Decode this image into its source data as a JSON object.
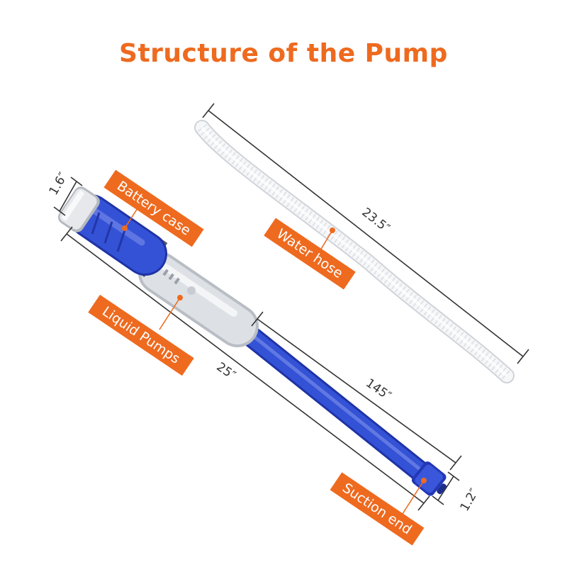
{
  "title": "Structure of the Pump",
  "colors": {
    "accent": "#ee6a1f",
    "pump_blue": "#2c45c8",
    "pump_grey": "#d3d7dc",
    "dimension_line": "#333333"
  },
  "labels": {
    "battery_case": "Battery case",
    "water_hose": "Water hose",
    "liquid_pumps": "Liquid Pumps",
    "suction_end": "Suction end"
  },
  "dimensions": {
    "cap_diameter": "1.6″",
    "pump_length": "25″",
    "tube_length": "145″",
    "hose_length": "23.5″",
    "tip_diameter": "1.2″"
  }
}
